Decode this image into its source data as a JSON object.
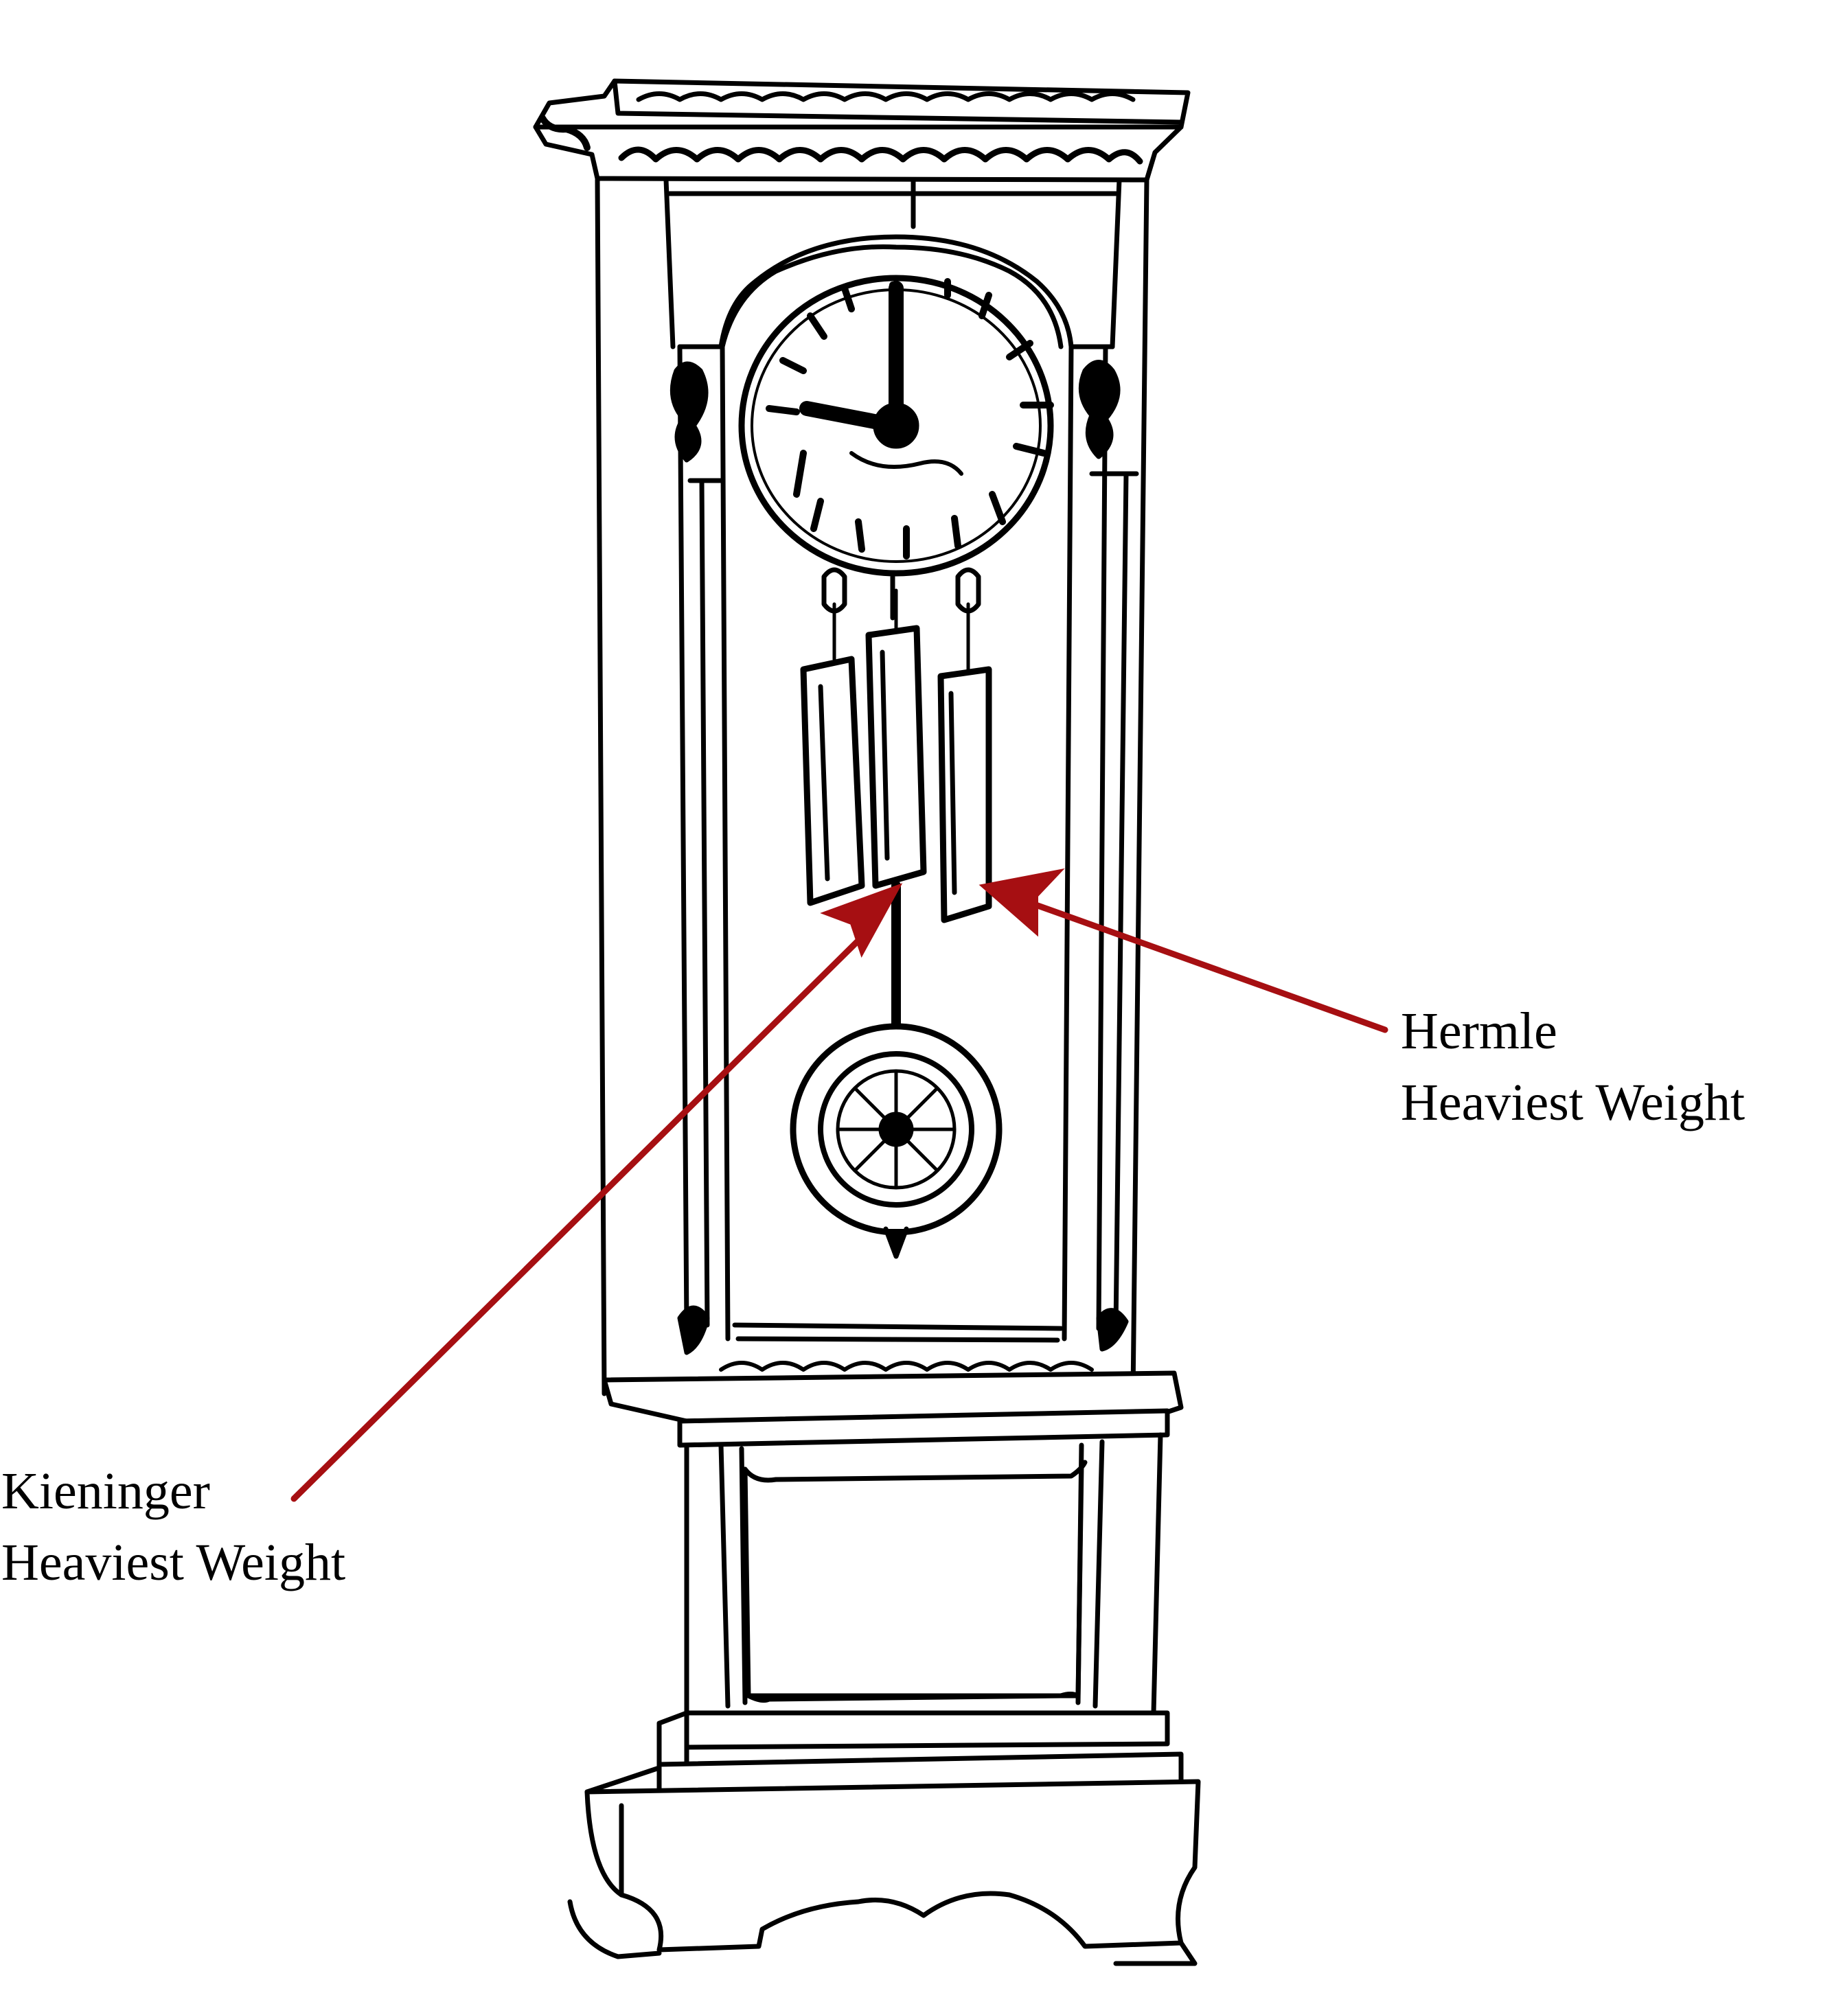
{
  "labels": {
    "hermle": {
      "line1": "Hermle",
      "line2": "Heaviest Weight"
    },
    "kieninger": {
      "line1": "Kieninger",
      "line2": "Heaviest Weight"
    }
  },
  "colors": {
    "arrow": "#a60f12",
    "ink": "#000000",
    "background": "#ffffff"
  }
}
